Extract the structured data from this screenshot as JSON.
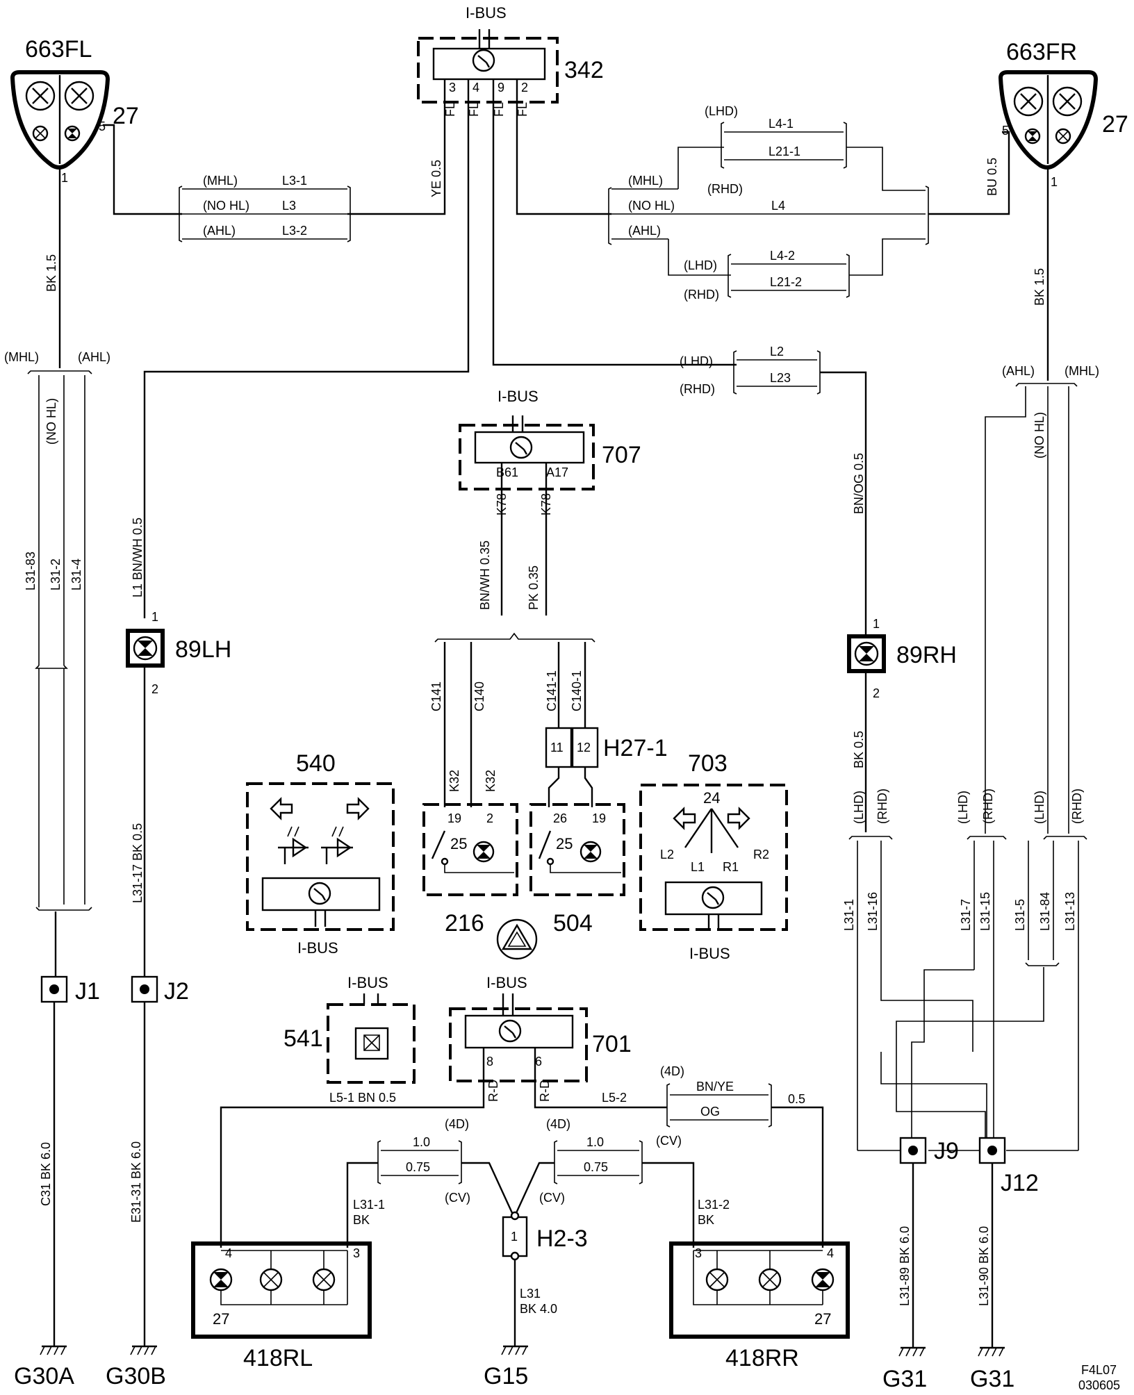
{
  "components": {
    "c663fl": "663FL",
    "c663fr": "663FR",
    "pin27_l": "27",
    "pin27_r": "27",
    "c342": "342",
    "c707": "707",
    "c540": "540",
    "c541": "541",
    "c216": "216",
    "c504": "504",
    "c703": "703",
    "c701": "701",
    "c89lh": "89LH",
    "c89rh": "89RH",
    "h27": "H27-1",
    "h23": "H2-3",
    "c418rl": "418RL",
    "c418rr": "418RR",
    "j1": "J1",
    "j2": "J2",
    "j9": "J9",
    "j12": "J12"
  },
  "grounds": {
    "g30a": "G30A",
    "g30b": "G30B",
    "g15": "G15",
    "g31a": "G31",
    "g31b": "G31"
  },
  "ibus": "I-BUS",
  "ref": {
    "line1": "F4L07",
    "line2": "030605"
  },
  "pins": {
    "p5l": "5",
    "p1l": "1",
    "p5r": "5",
    "p1r": "1",
    "m342_3": "3",
    "m342_4": "4",
    "m342_9": "9",
    "m342_2": "2",
    "fl": "FL",
    "b61": "B61",
    "a17": "A17",
    "k78": "K78",
    "p89l1": "1",
    "p89l2": "2",
    "p89r1": "1",
    "p89r2": "2",
    "p19a": "19",
    "p2a": "2",
    "p25a": "25",
    "p26": "26",
    "p19b": "19",
    "p25b": "25",
    "k32": "K32",
    "h11": "11",
    "h12": "12",
    "p24": "24",
    "l2": "L2",
    "l1": "L1",
    "r1": "R1",
    "r2": "R2",
    "p8": "8",
    "p6": "6",
    "rd": "R-D",
    "rl4": "4",
    "rl3": "3",
    "rl27": "27",
    "rr3": "3",
    "rr4": "4",
    "rr27": "27",
    "h1": "1"
  },
  "wires": {
    "bk15": "BK  1.5",
    "ye05": "YE  0.5",
    "bu05": "BU  0.5",
    "bnwh05": "L1  BN/WH  0.5",
    "bnog05": "BN/OG  0.5",
    "bnwh035": "BN/WH  0.35",
    "pk035": "PK  0.35",
    "c141": "C141",
    "c140": "C140",
    "c1411": "C141-1",
    "c1401": "C140-1",
    "l3183": "L31-83",
    "l312": "L31-2",
    "l314": "L31-4",
    "l3117": "L31-17  BK  0.5",
    "bk05": "BK  0.5",
    "c31": "C31  BK  6.0",
    "e3131": "E31-31  BK  6.0",
    "l311": "L31-1",
    "l3116": "L31-16",
    "l317": "L31-7",
    "l3115": "L31-15",
    "l315": "L31-5",
    "l3184": "L31-84",
    "l3113": "L31-13",
    "l3189": "L31-89  BK  6.0",
    "l3190": "L31-90  BK  6.0",
    "l51": "L5-1  BN  0.5",
    "l52": "L5-2",
    "bnye": "BN/YE",
    "og": "OG",
    "w05": "0.5",
    "w10a": "1.0",
    "w075a": "0.75",
    "w10b": "1.0",
    "w075b": "0.75",
    "l311bk": "L31-1",
    "bka": "BK",
    "l312bk": "L31-2",
    "bkb": "BK",
    "l31": "L31",
    "bk40": "BK  4.0",
    "l31l": "L3-1",
    "l3": "L3",
    "l32": "L3-2",
    "l41": "L4-1",
    "l211": "L21-1",
    "l4": "L4",
    "l42": "L4-2",
    "l212": "L21-2",
    "l2": "L2",
    "l23": "L23"
  },
  "variants": {
    "mhl": "(MHL)",
    "nohl": "(NO HL)",
    "ahl": "(AHL)",
    "lhd": "(LHD)",
    "rhd": "(RHD)",
    "d4": "(4D)",
    "cv": "(CV)"
  }
}
